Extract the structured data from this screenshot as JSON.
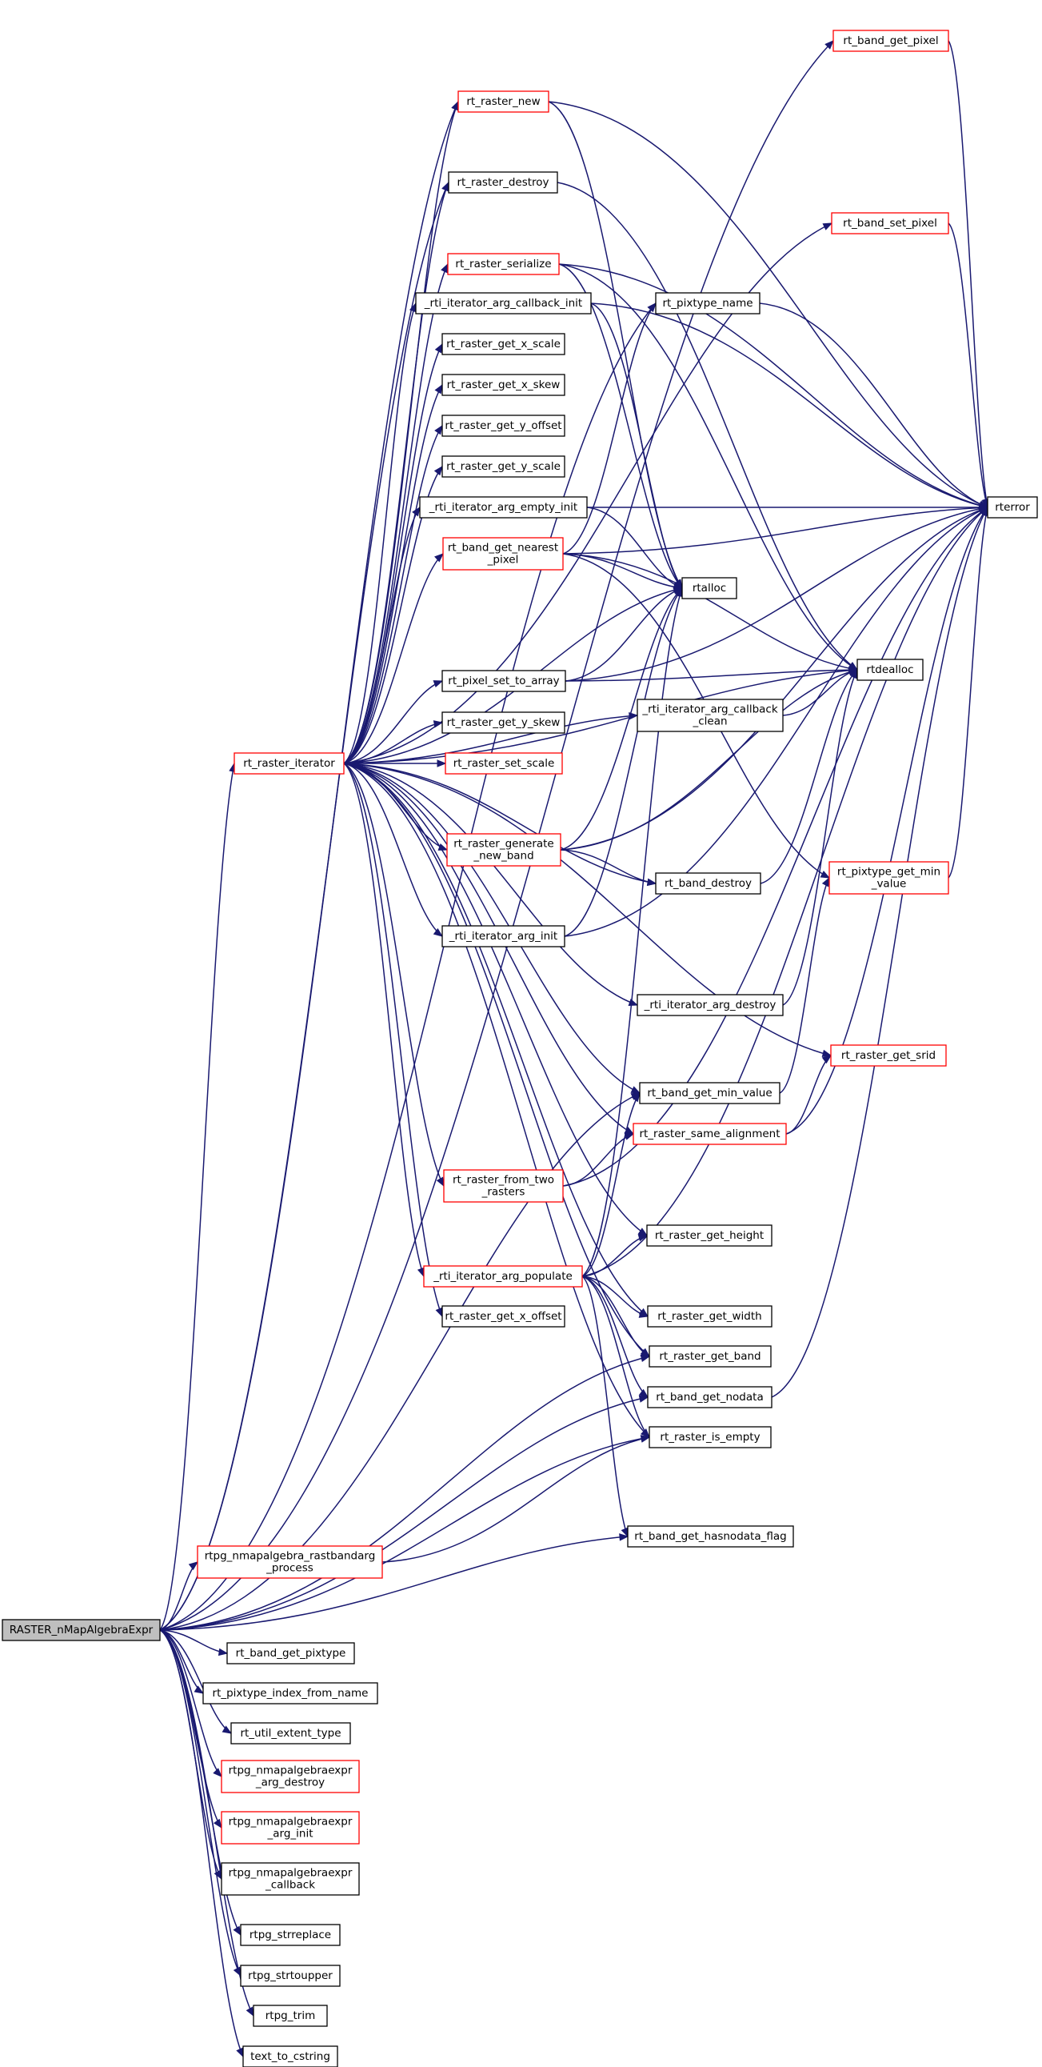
{
  "graph": {
    "type": "call-graph",
    "nodes": [
      {
        "id": "root",
        "label": "RASTER_nMapAlgebraExpr",
        "style": "root"
      },
      {
        "id": "iter",
        "label": "rt_raster_iterator",
        "style": "red"
      },
      {
        "id": "band_get_pixel",
        "label": "rt_band_get_pixel",
        "style": "red"
      },
      {
        "id": "raster_new",
        "label": "rt_raster_new",
        "style": "red"
      },
      {
        "id": "raster_destroy",
        "label": "rt_raster_destroy",
        "style": "black"
      },
      {
        "id": "band_set_pixel",
        "label": "rt_band_set_pixel",
        "style": "red"
      },
      {
        "id": "raster_serialize",
        "label": "rt_raster_serialize",
        "style": "red"
      },
      {
        "id": "cb_init",
        "label": "_rti_iterator_arg_callback_init",
        "style": "black"
      },
      {
        "id": "pixtype_name",
        "label": "rt_pixtype_name",
        "style": "black"
      },
      {
        "id": "get_x_scale",
        "label": "rt_raster_get_x_scale",
        "style": "black"
      },
      {
        "id": "get_x_skew",
        "label": "rt_raster_get_x_skew",
        "style": "black"
      },
      {
        "id": "get_y_offset",
        "label": "rt_raster_get_y_offset",
        "style": "black"
      },
      {
        "id": "get_y_scale",
        "label": "rt_raster_get_y_scale",
        "style": "black"
      },
      {
        "id": "empty_init",
        "label": "_rti_iterator_arg_empty_init",
        "style": "black"
      },
      {
        "id": "rterror",
        "label": "rterror",
        "style": "black"
      },
      {
        "id": "nearest_pixel",
        "label": "rt_band_get_nearest\n_pixel",
        "style": "red"
      },
      {
        "id": "rtalloc",
        "label": "rtalloc",
        "style": "black"
      },
      {
        "id": "rtdealloc",
        "label": "rtdealloc",
        "style": "black"
      },
      {
        "id": "pixel_set_to_array",
        "label": "rt_pixel_set_to_array",
        "style": "black"
      },
      {
        "id": "cb_clean",
        "label": "_rti_iterator_arg_callback\n_clean",
        "style": "black"
      },
      {
        "id": "get_y_skew",
        "label": "rt_raster_get_y_skew",
        "style": "black"
      },
      {
        "id": "set_scale",
        "label": "rt_raster_set_scale",
        "style": "red"
      },
      {
        "id": "generate_new_band",
        "label": "rt_raster_generate\n_new_band",
        "style": "red"
      },
      {
        "id": "band_destroy",
        "label": "rt_band_destroy",
        "style": "black"
      },
      {
        "id": "pixtype_get_min",
        "label": "rt_pixtype_get_min\n_value",
        "style": "red"
      },
      {
        "id": "arg_init",
        "label": "_rti_iterator_arg_init",
        "style": "black"
      },
      {
        "id": "arg_destroy",
        "label": "_rti_iterator_arg_destroy",
        "style": "black"
      },
      {
        "id": "get_srid",
        "label": "rt_raster_get_srid",
        "style": "red"
      },
      {
        "id": "band_get_min_value",
        "label": "rt_band_get_min_value",
        "style": "black"
      },
      {
        "id": "same_alignment",
        "label": "rt_raster_same_alignment",
        "style": "red"
      },
      {
        "id": "from_two_rasters",
        "label": "rt_raster_from_two\n_rasters",
        "style": "red"
      },
      {
        "id": "get_height",
        "label": "rt_raster_get_height",
        "style": "black"
      },
      {
        "id": "arg_populate",
        "label": "_rti_iterator_arg_populate",
        "style": "red"
      },
      {
        "id": "get_x_offset",
        "label": "rt_raster_get_x_offset",
        "style": "black"
      },
      {
        "id": "get_width",
        "label": "rt_raster_get_width",
        "style": "black"
      },
      {
        "id": "get_band",
        "label": "rt_raster_get_band",
        "style": "black"
      },
      {
        "id": "band_get_nodata",
        "label": "rt_band_get_nodata",
        "style": "black"
      },
      {
        "id": "is_empty",
        "label": "rt_raster_is_empty",
        "style": "black"
      },
      {
        "id": "rastbandarg_process",
        "label": "rtpg_nmapalgebra_rastbandarg\n_process",
        "style": "red"
      },
      {
        "id": "hasnodata_flag",
        "label": "rt_band_get_hasnodata_flag",
        "style": "black"
      },
      {
        "id": "band_get_pixtype",
        "label": "rt_band_get_pixtype",
        "style": "black"
      },
      {
        "id": "pixtype_index",
        "label": "rt_pixtype_index_from_name",
        "style": "black"
      },
      {
        "id": "extent_type",
        "label": "rt_util_extent_type",
        "style": "black"
      },
      {
        "id": "expr_arg_destroy",
        "label": "rtpg_nmapalgebraexpr\n_arg_destroy",
        "style": "red"
      },
      {
        "id": "expr_arg_init",
        "label": "rtpg_nmapalgebraexpr\n_arg_init",
        "style": "red"
      },
      {
        "id": "expr_callback",
        "label": "rtpg_nmapalgebraexpr\n_callback",
        "style": "black"
      },
      {
        "id": "strreplace",
        "label": "rtpg_strreplace",
        "style": "black"
      },
      {
        "id": "strtoupper",
        "label": "rtpg_strtoupper",
        "style": "black"
      },
      {
        "id": "trim",
        "label": "rtpg_trim",
        "style": "black"
      },
      {
        "id": "to_cstring",
        "label": "text_to_cstring",
        "style": "black"
      }
    ],
    "edges": [
      [
        "root",
        "iter"
      ],
      [
        "root",
        "band_get_pixel"
      ],
      [
        "root",
        "raster_new"
      ],
      [
        "root",
        "raster_destroy"
      ],
      [
        "root",
        "pixtype_name"
      ],
      [
        "root",
        "band_get_min_value"
      ],
      [
        "root",
        "get_band"
      ],
      [
        "root",
        "band_get_nodata"
      ],
      [
        "root",
        "is_empty"
      ],
      [
        "root",
        "rastbandarg_process"
      ],
      [
        "root",
        "hasnodata_flag"
      ],
      [
        "root",
        "band_get_pixtype"
      ],
      [
        "root",
        "pixtype_index"
      ],
      [
        "root",
        "extent_type"
      ],
      [
        "root",
        "expr_arg_destroy"
      ],
      [
        "root",
        "expr_arg_init"
      ],
      [
        "root",
        "expr_callback"
      ],
      [
        "root",
        "strreplace"
      ],
      [
        "root",
        "strtoupper"
      ],
      [
        "root",
        "trim"
      ],
      [
        "root",
        "to_cstring"
      ],
      [
        "iter",
        "raster_new"
      ],
      [
        "iter",
        "raster_destroy"
      ],
      [
        "iter",
        "band_set_pixel"
      ],
      [
        "iter",
        "raster_serialize"
      ],
      [
        "iter",
        "cb_init"
      ],
      [
        "iter",
        "get_x_scale"
      ],
      [
        "iter",
        "get_x_skew"
      ],
      [
        "iter",
        "get_y_offset"
      ],
      [
        "iter",
        "get_y_scale"
      ],
      [
        "iter",
        "empty_init"
      ],
      [
        "iter",
        "nearest_pixel"
      ],
      [
        "iter",
        "rtalloc"
      ],
      [
        "iter",
        "rtdealloc"
      ],
      [
        "iter",
        "pixel_set_to_array"
      ],
      [
        "iter",
        "cb_clean"
      ],
      [
        "iter",
        "get_y_skew"
      ],
      [
        "iter",
        "set_scale"
      ],
      [
        "iter",
        "generate_new_band"
      ],
      [
        "iter",
        "band_destroy"
      ],
      [
        "iter",
        "arg_init"
      ],
      [
        "iter",
        "arg_destroy"
      ],
      [
        "iter",
        "get_srid"
      ],
      [
        "iter",
        "band_get_min_value"
      ],
      [
        "iter",
        "same_alignment"
      ],
      [
        "iter",
        "from_two_rasters"
      ],
      [
        "iter",
        "get_height"
      ],
      [
        "iter",
        "arg_populate"
      ],
      [
        "iter",
        "get_x_offset"
      ],
      [
        "iter",
        "get_width"
      ],
      [
        "iter",
        "get_band"
      ],
      [
        "iter",
        "is_empty"
      ],
      [
        "band_get_pixel",
        "rterror"
      ],
      [
        "raster_new",
        "rtalloc"
      ],
      [
        "raster_new",
        "rterror"
      ],
      [
        "raster_destroy",
        "rtdealloc"
      ],
      [
        "band_set_pixel",
        "rterror"
      ],
      [
        "raster_serialize",
        "rtalloc"
      ],
      [
        "raster_serialize",
        "rterror"
      ],
      [
        "raster_serialize",
        "rtdealloc"
      ],
      [
        "cb_init",
        "rtalloc"
      ],
      [
        "cb_init",
        "rterror"
      ],
      [
        "pixtype_name",
        "rterror"
      ],
      [
        "empty_init",
        "rterror"
      ],
      [
        "empty_init",
        "rtalloc"
      ],
      [
        "nearest_pixel",
        "pixtype_name"
      ],
      [
        "nearest_pixel",
        "rterror"
      ],
      [
        "nearest_pixel",
        "rtalloc"
      ],
      [
        "nearest_pixel",
        "rtdealloc"
      ],
      [
        "nearest_pixel",
        "pixtype_get_min"
      ],
      [
        "pixel_set_to_array",
        "rtalloc"
      ],
      [
        "pixel_set_to_array",
        "rtdealloc"
      ],
      [
        "pixel_set_to_array",
        "rterror"
      ],
      [
        "cb_clean",
        "rtdealloc"
      ],
      [
        "generate_new_band",
        "rtalloc"
      ],
      [
        "generate_new_band",
        "rtdealloc"
      ],
      [
        "generate_new_band",
        "band_destroy"
      ],
      [
        "generate_new_band",
        "rterror"
      ],
      [
        "band_destroy",
        "rtdealloc"
      ],
      [
        "pixtype_get_min",
        "rterror"
      ],
      [
        "arg_init",
        "rtalloc"
      ],
      [
        "arg_init",
        "rterror"
      ],
      [
        "arg_destroy",
        "rtdealloc"
      ],
      [
        "band_get_min_value",
        "pixtype_get_min"
      ],
      [
        "same_alignment",
        "get_srid"
      ],
      [
        "same_alignment",
        "rterror"
      ],
      [
        "from_two_rasters",
        "same_alignment"
      ],
      [
        "from_two_rasters",
        "rterror"
      ],
      [
        "arg_populate",
        "rtalloc"
      ],
      [
        "arg_populate",
        "band_get_min_value"
      ],
      [
        "arg_populate",
        "get_height"
      ],
      [
        "arg_populate",
        "get_width"
      ],
      [
        "arg_populate",
        "get_band"
      ],
      [
        "arg_populate",
        "band_get_nodata"
      ],
      [
        "arg_populate",
        "is_empty"
      ],
      [
        "arg_populate",
        "hasnodata_flag"
      ],
      [
        "arg_populate",
        "rterror"
      ],
      [
        "band_get_nodata",
        "rterror"
      ],
      [
        "rastbandarg_process",
        "is_empty"
      ]
    ]
  }
}
